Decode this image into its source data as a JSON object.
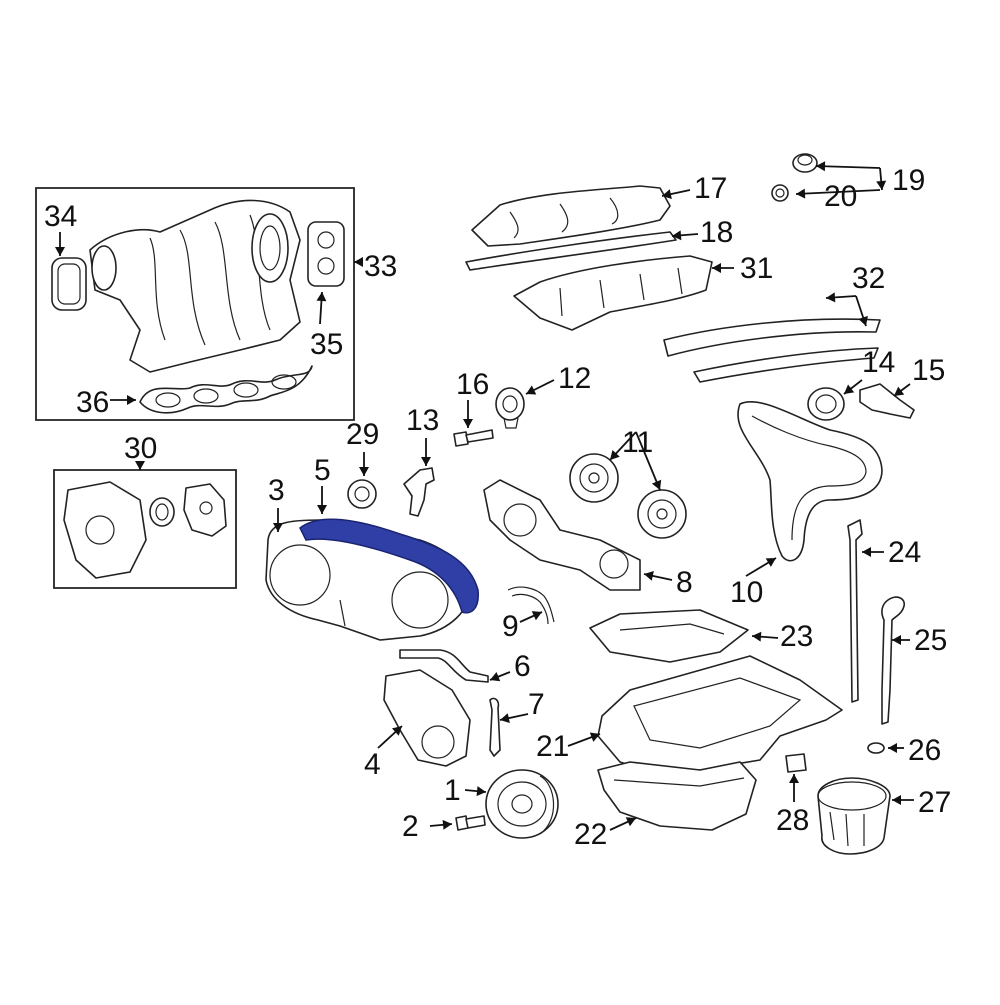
{
  "diagram": {
    "highlight_color": "#2f3fa6",
    "line_color": "#222222",
    "callouts": [
      "1",
      "2",
      "3",
      "4",
      "5",
      "6",
      "7",
      "8",
      "9",
      "10",
      "11",
      "12",
      "13",
      "14",
      "15",
      "16",
      "17",
      "18",
      "19",
      "20",
      "21",
      "22",
      "23",
      "24",
      "25",
      "26",
      "27",
      "28",
      "29",
      "30",
      "31",
      "32",
      "33",
      "34",
      "35",
      "36"
    ],
    "highlighted_part": "5"
  }
}
